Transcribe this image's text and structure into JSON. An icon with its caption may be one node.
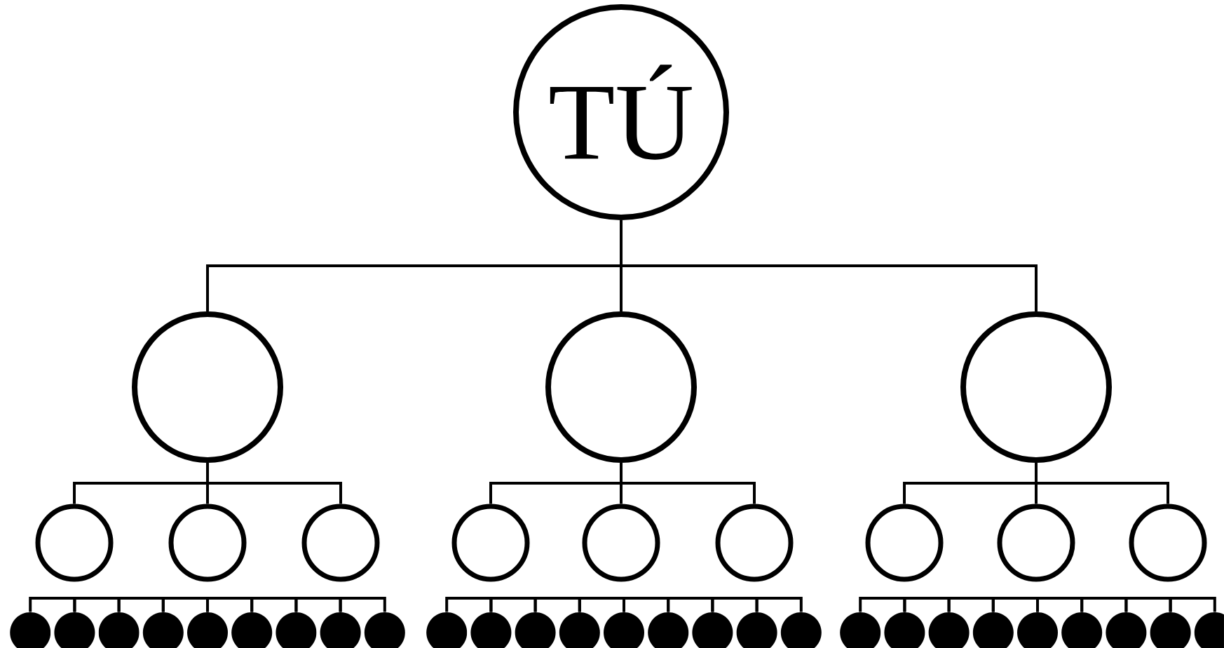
{
  "diagram": {
    "nodes": [
      {
        "text": [
          "TÚ"
        ]
      },
      {
        "text": [],
        "shape": "circle"
      },
      {
        "text": [],
        "shape": "circle"
      },
      {
        "text": [],
        "shape": "circle"
      },
      {
        "text": [],
        "shape": "circle"
      },
      {
        "text": [],
        "shape": "circle"
      },
      {
        "text": [],
        "shape": "circle"
      },
      {
        "text": [],
        "shape": "circle"
      },
      {
        "text": [],
        "shape": "circle"
      },
      {
        "text": [],
        "shape": "circle"
      },
      {
        "text": [],
        "shape": "circle"
      },
      {
        "text": [],
        "shape": "circle"
      },
      {
        "text": [],
        "shape": "circle"
      },
      {
        "text": [],
        "shape": "dot"
      },
      {
        "text": [],
        "shape": "dot"
      },
      {
        "text": [],
        "shape": "dot"
      },
      {
        "text": [],
        "shape": "dot"
      },
      {
        "text": [],
        "shape": "dot"
      },
      {
        "text": [],
        "shape": "dot"
      },
      {
        "text": [],
        "shape": "dot"
      },
      {
        "text": [],
        "shape": "dot"
      },
      {
        "text": [],
        "shape": "dot"
      },
      {
        "text": [],
        "shape": "dot"
      },
      {
        "text": [],
        "shape": "dot"
      },
      {
        "text": [],
        "shape": "dot"
      },
      {
        "text": [],
        "shape": "dot"
      },
      {
        "text": [],
        "shape": "dot"
      },
      {
        "text": [],
        "shape": "dot"
      },
      {
        "text": [],
        "shape": "dot"
      },
      {
        "text": [],
        "shape": "dot"
      },
      {
        "text": [],
        "shape": "dot"
      },
      {
        "text": [],
        "shape": "dot"
      },
      {
        "text": [],
        "shape": "dot"
      },
      {
        "text": [],
        "shape": "dot"
      },
      {
        "text": [],
        "shape": "dot"
      },
      {
        "text": [],
        "shape": "dot"
      },
      {
        "text": [],
        "shape": "dot"
      },
      {
        "text": [],
        "shape": "dot"
      },
      {
        "text": [],
        "shape": "dot"
      },
      {
        "text": [],
        "shape": "dot"
      }
    ],
    "edges": [
      {
        "from": 0,
        "to": 1,
        "arrow": "none"
      },
      {
        "from": 0,
        "to": 2,
        "arrow": "none"
      },
      {
        "from": 0,
        "to": 3,
        "arrow": "none"
      },
      {
        "from": 1,
        "to": 4,
        "arrow": "none"
      },
      {
        "from": 1,
        "to": 5,
        "arrow": "none"
      },
      {
        "from": 1,
        "to": 6,
        "arrow": "none"
      },
      {
        "from": 2,
        "to": 7,
        "arrow": "none"
      },
      {
        "from": 2,
        "to": 8,
        "arrow": "none"
      },
      {
        "from": 2,
        "to": 9,
        "arrow": "none"
      },
      {
        "from": 3,
        "to": 10,
        "arrow": "none"
      },
      {
        "from": 3,
        "to": 11,
        "arrow": "none"
      },
      {
        "from": 3,
        "to": 12,
        "arrow": "none"
      },
      {
        "from": 13,
        "to": 14,
        "arrow": "none"
      },
      {
        "from": 14,
        "to": 15,
        "arrow": "none"
      },
      {
        "from": 15,
        "to": 16,
        "arrow": "none"
      },
      {
        "from": 16,
        "to": 17,
        "arrow": "none"
      },
      {
        "from": 17,
        "to": 18,
        "arrow": "none"
      },
      {
        "from": 18,
        "to": 19,
        "arrow": "none"
      },
      {
        "from": 19,
        "to": 20,
        "arrow": "none"
      },
      {
        "from": 20,
        "to": 21,
        "arrow": "none"
      },
      {
        "from": 22,
        "to": 23,
        "arrow": "none"
      },
      {
        "from": 23,
        "to": 24,
        "arrow": "none"
      },
      {
        "from": 24,
        "to": 25,
        "arrow": "none"
      },
      {
        "from": 25,
        "to": 26,
        "arrow": "none"
      },
      {
        "from": 26,
        "to": 27,
        "arrow": "none"
      },
      {
        "from": 27,
        "to": 28,
        "arrow": "none"
      },
      {
        "from": 28,
        "to": 29,
        "arrow": "none"
      },
      {
        "from": 29,
        "to": 30,
        "arrow": "none"
      },
      {
        "from": 31,
        "to": 32,
        "arrow": "none"
      },
      {
        "from": 32,
        "to": 33,
        "arrow": "none"
      },
      {
        "from": 33,
        "to": 34,
        "arrow": "none"
      },
      {
        "from": 34,
        "to": 35,
        "arrow": "none"
      },
      {
        "from": 35,
        "to": 36,
        "arrow": "none"
      },
      {
        "from": 36,
        "to": 37,
        "arrow": "none"
      },
      {
        "from": 37,
        "to": 38,
        "arrow": "none"
      },
      {
        "from": 38,
        "to": 39,
        "arrow": "none"
      }
    ]
  }
}
